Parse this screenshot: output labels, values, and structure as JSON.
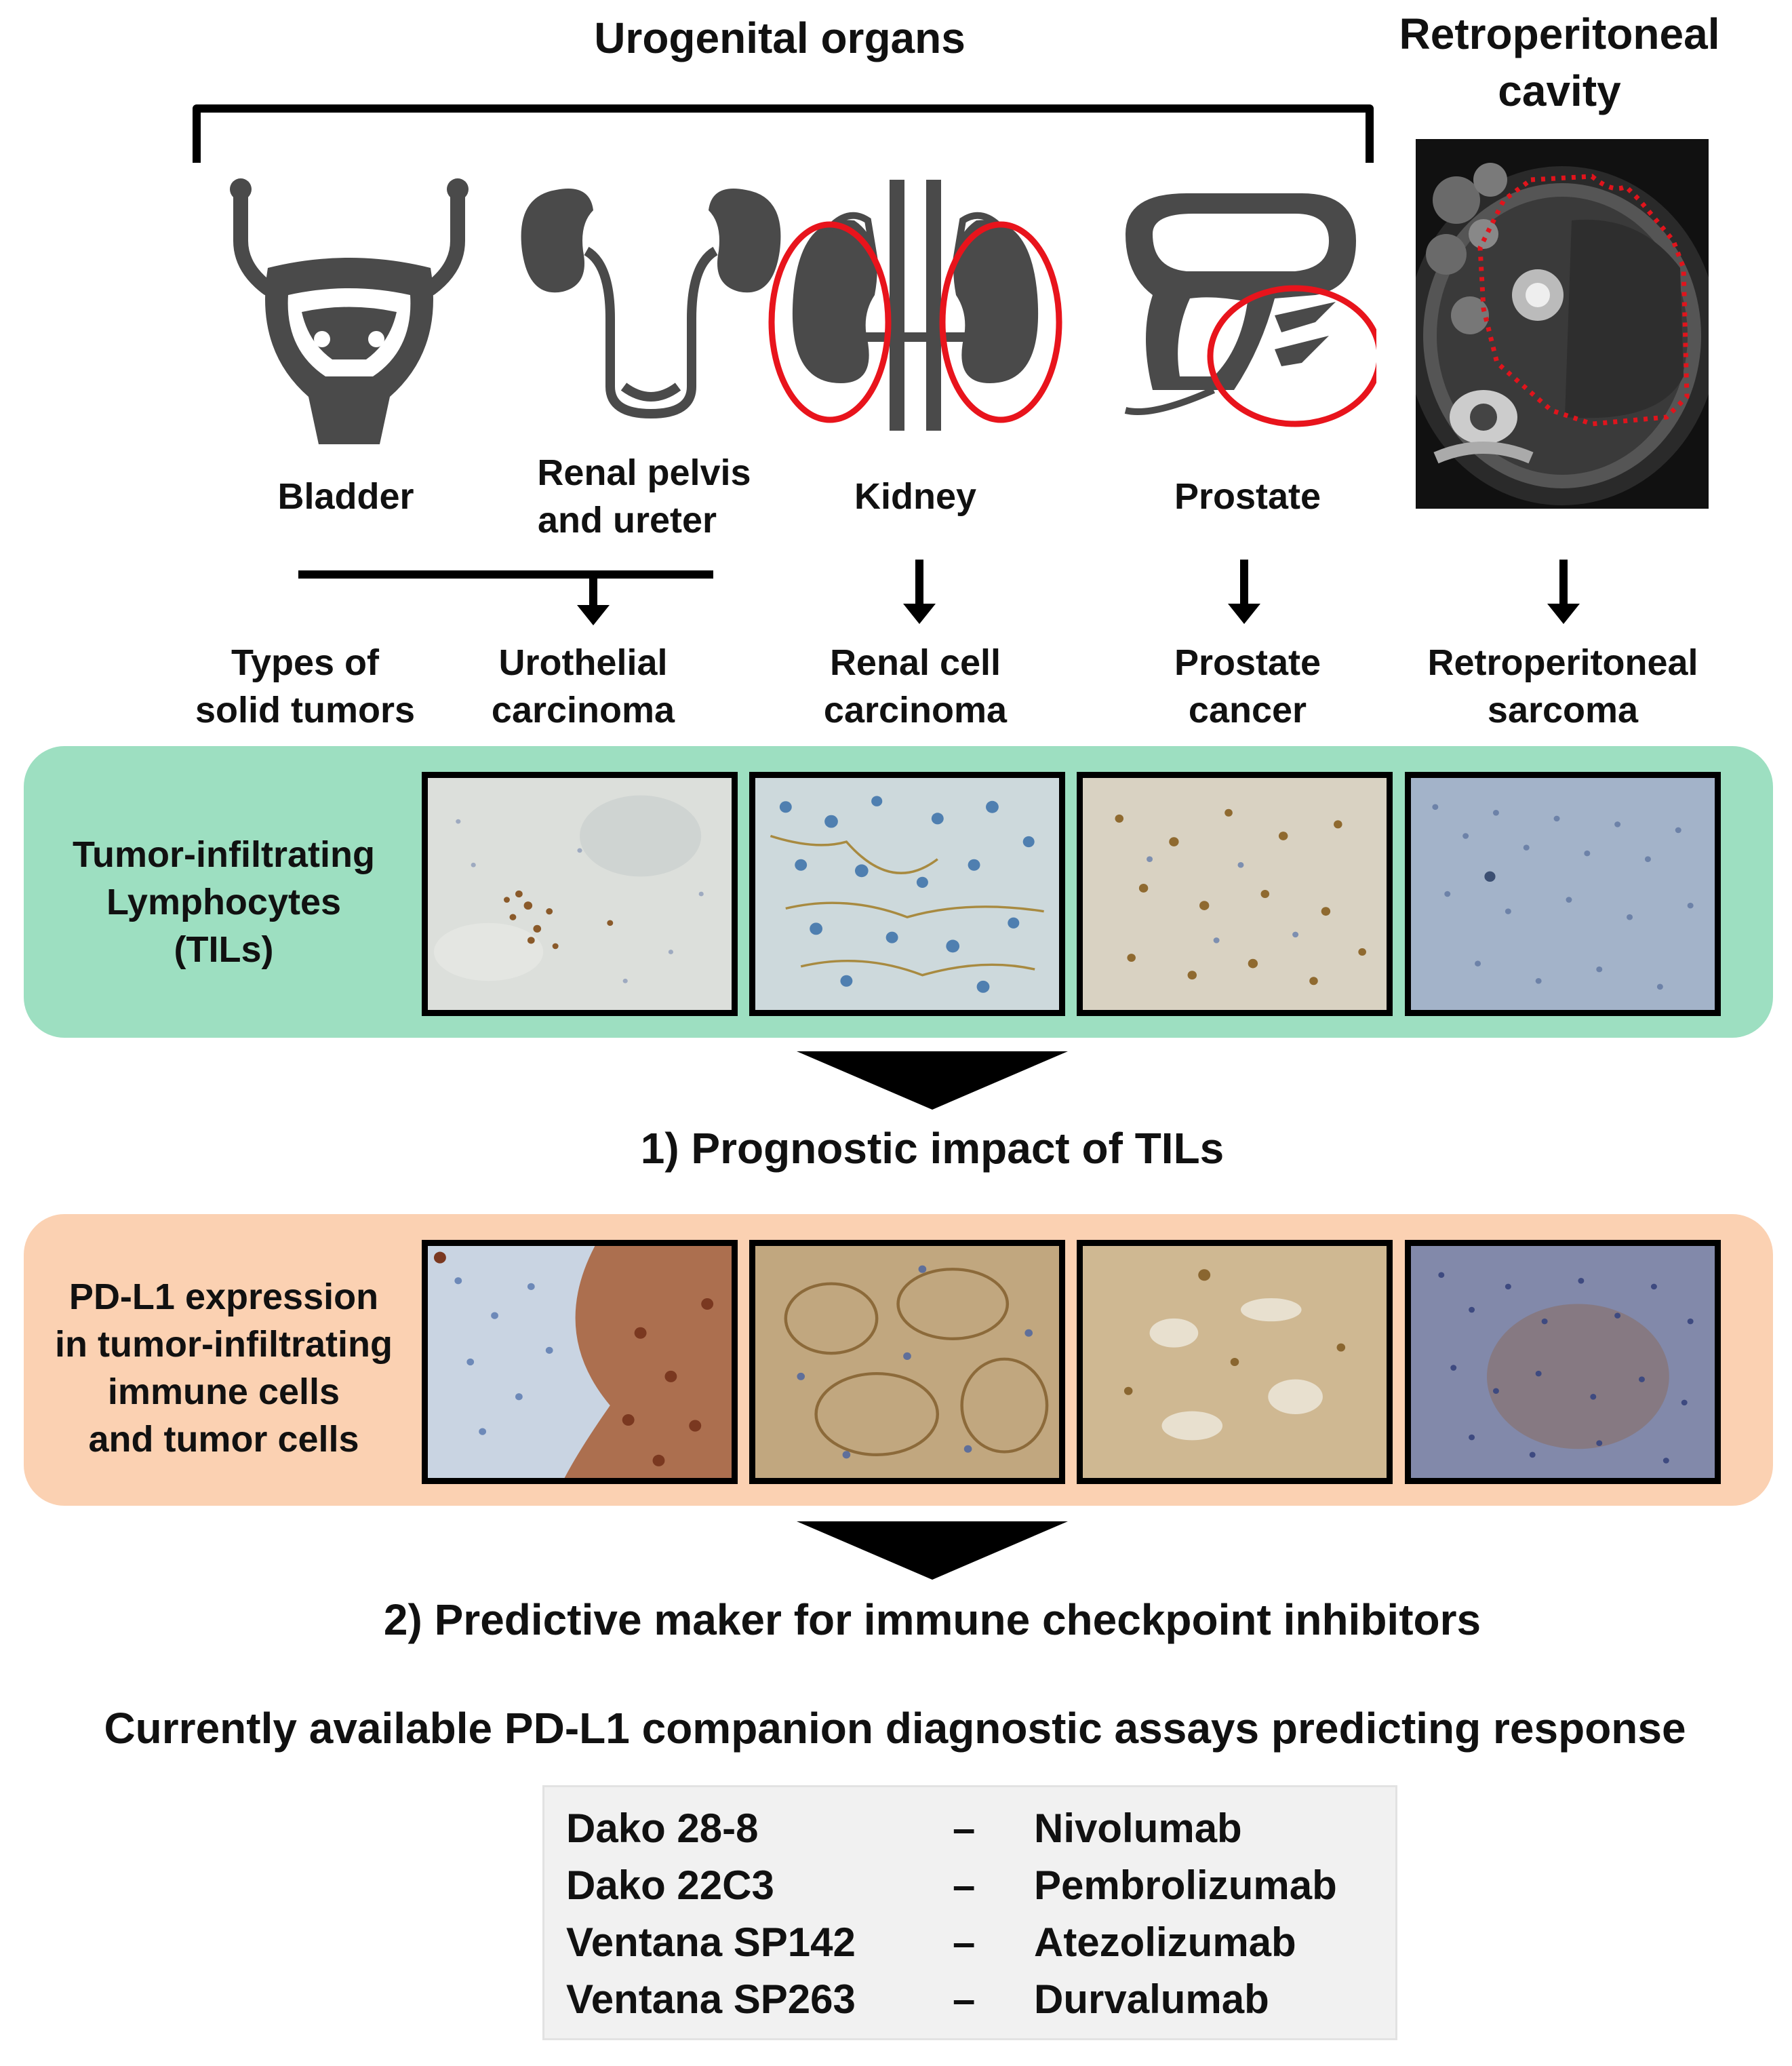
{
  "header": {
    "urogenital": "Urogenital organs",
    "retro_line1": "Retroperitoneal",
    "retro_line2": "cavity"
  },
  "organs": [
    {
      "line1": "Bladder",
      "line2": ""
    },
    {
      "line1": "Renal pelvis",
      "line2": "and ureter"
    },
    {
      "line1": "Kidney",
      "line2": ""
    },
    {
      "line1": "Prostate",
      "line2": ""
    }
  ],
  "tumor_types_label": {
    "line1": "Types of",
    "line2": "solid tumors"
  },
  "tumors": [
    {
      "line1": "Urothelial",
      "line2": "carcinoma"
    },
    {
      "line1": "Renal cell",
      "line2": "carcinoma"
    },
    {
      "line1": "Prostate",
      "line2": "cancer"
    },
    {
      "line1": "Retroperitoneal",
      "line2": "sarcoma"
    }
  ],
  "til_band": {
    "label": [
      "Tumor-infiltrating",
      "Lymphocytes",
      "(TILs)"
    ],
    "color": "#9ddfc1"
  },
  "step1": "1) Prognostic impact of TILs",
  "pdl1_band": {
    "label": [
      "PD-L1 expression",
      "in tumor-infiltrating",
      "immune cells",
      "and tumor cells"
    ],
    "color": "#fbd1b2"
  },
  "step2": "2) Predictive maker for immune checkpoint inhibitors",
  "assays_title": "Currently available PD-L1 companion diagnostic assays predicting response",
  "assays": [
    {
      "assay": "Dako 28-8",
      "dash": "–",
      "drug": "Nivolumab"
    },
    {
      "assay": "Dako 22C3",
      "dash": "–",
      "drug": "Pembrolizumab"
    },
    {
      "assay": "Ventana SP142",
      "dash": "–",
      "drug": "Atezolizumab"
    },
    {
      "assay": "Ventana SP263",
      "dash": "–",
      "drug": "Durvalumab"
    }
  ],
  "colors": {
    "organ": "#4a4a4a",
    "highlight": "#e8141c",
    "ct_outline": "#e0141c"
  }
}
